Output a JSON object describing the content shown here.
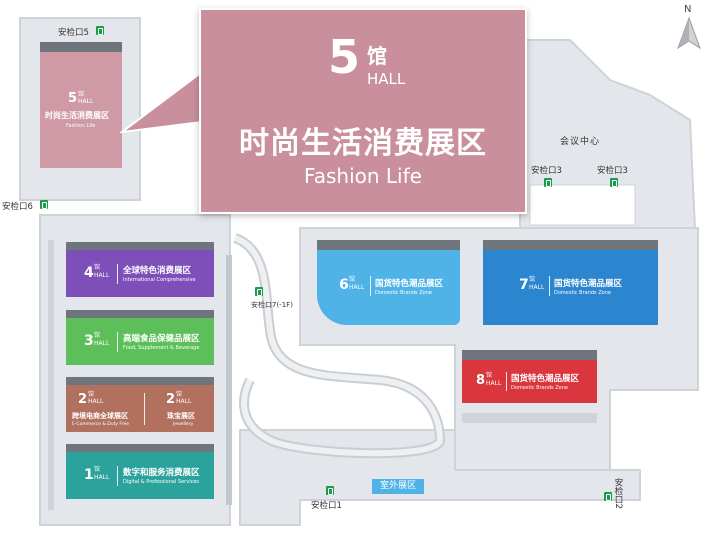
{
  "callout": {
    "hall_number": "5",
    "hall_char": "馆",
    "hall_en": "HALL",
    "title_cn": "时尚生活消费展区",
    "title_en": "Fashion Life",
    "color": "#c98f9d"
  },
  "halls": {
    "hall5": {
      "num": "5",
      "char": "馆",
      "hall": "HALL",
      "cn": "时尚生活消费展区",
      "en": "Fashion Life",
      "color": "#cf9aa6"
    },
    "hall4": {
      "num": "4",
      "char": "馆",
      "hall": "HALL",
      "cn": "全球特色消费展区",
      "en": "International Comprehensive",
      "color": "#7e4fb8"
    },
    "hall3": {
      "num": "3",
      "char": "馆",
      "hall": "HALL",
      "cn": "高端食品保健品展区",
      "en": "Food, Supplement & Beverage",
      "color": "#5cbf5a"
    },
    "hall2": {
      "num": "2",
      "char": "馆",
      "hall": "HALL",
      "cn_left": "跨境电商全球展区",
      "en_left": "E-Commerce & Duty Free",
      "num_right": "2",
      "cn_right": "珠宝展区",
      "en_right": "Jewellery",
      "color": "#b2705f"
    },
    "hall1": {
      "num": "1",
      "char": "馆",
      "hall": "HALL",
      "cn": "数字和服务消费展区",
      "en": "Digital & Professional Services",
      "color": "#2ba39c"
    },
    "hall6": {
      "num": "6",
      "char": "馆",
      "hall": "HALL",
      "cn": "国货特色潮品展区",
      "en": "Domestic Brands Zone",
      "color": "#4fb3e8"
    },
    "hall7": {
      "num": "7",
      "char": "馆",
      "hall": "HALL",
      "cn": "国货特色潮品展区",
      "en": "Domestic Brands Zone",
      "color": "#2b86cf"
    },
    "hall8": {
      "num": "8",
      "char": "馆",
      "hall": "HALL",
      "cn": "国货特色潮品展区",
      "en": "Domestic Brands Zone",
      "color": "#d9363e"
    }
  },
  "labels": {
    "conference_center": "会议中心",
    "outdoor_area": "室外展区",
    "compass_n": "N"
  },
  "gates": {
    "g1": "安检口1",
    "g2": "安检口2",
    "g3a": "安检口3",
    "g3b": "安检口3",
    "g5": "安检口5",
    "g6": "安检口6",
    "g7": "安检口7(-1F)"
  },
  "colors": {
    "floor": "#e3e6ea",
    "wall": "#c9ced4",
    "exit_green": "#1a9c4a",
    "outdoor_blue": "#4fb3e8"
  }
}
